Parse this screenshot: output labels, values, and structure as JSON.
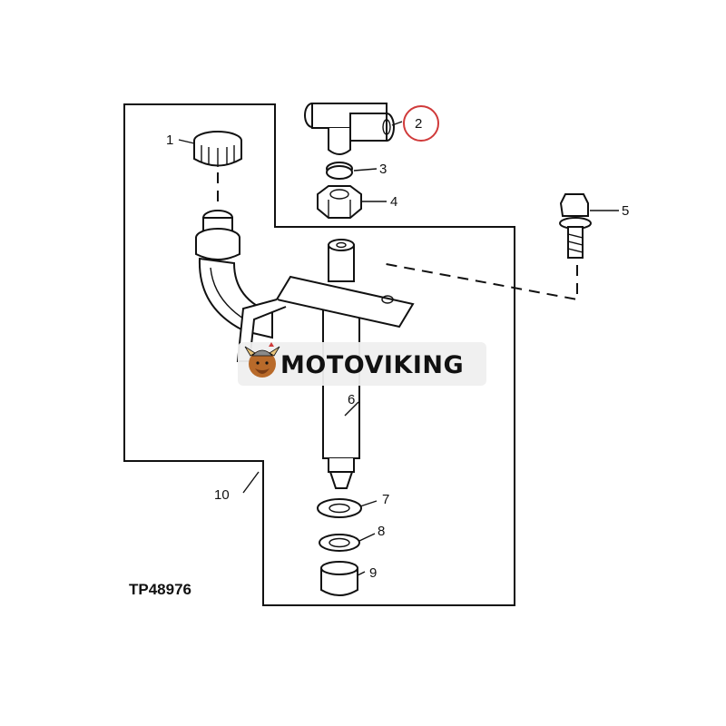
{
  "diagram": {
    "figure_id": "TP48976",
    "callouts": [
      "1",
      "2",
      "3",
      "4",
      "5",
      "6",
      "7",
      "8",
      "9",
      "10"
    ],
    "highlight_color": "#d03a3a"
  },
  "watermark": {
    "brand": "MOTOVIKING"
  }
}
